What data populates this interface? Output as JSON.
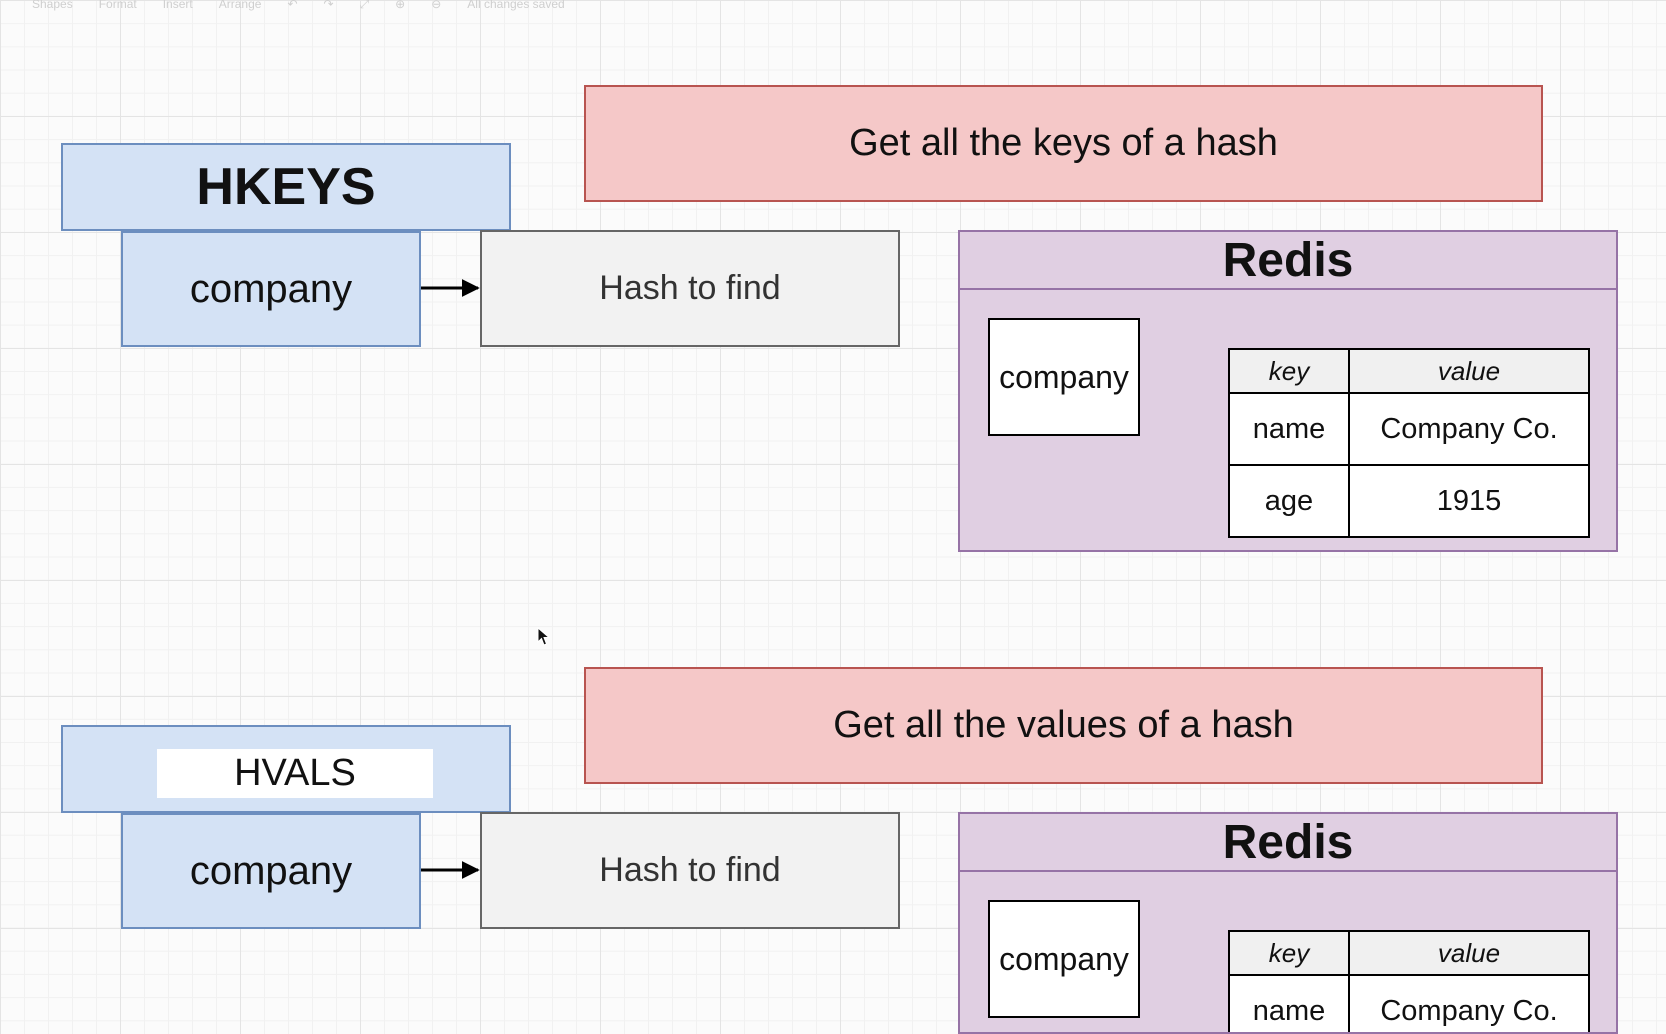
{
  "toolbar": {
    "items": [
      "Shapes",
      "Format",
      "Insert",
      "Arrange"
    ],
    "status": "All changes saved"
  },
  "sections": [
    {
      "description": "Get all the keys of a hash",
      "command": "HKEYS",
      "argument": "company",
      "argument_note": "Hash to find",
      "redis": {
        "title": "Redis",
        "key": "company",
        "table": {
          "headers": [
            "key",
            "value"
          ],
          "rows": [
            [
              "name",
              "Company Co."
            ],
            [
              "age",
              "1915"
            ]
          ]
        }
      }
    },
    {
      "description": "Get all the values of a hash",
      "command": "HVALS",
      "argument": "company",
      "argument_note": "Hash to find",
      "redis": {
        "title": "Redis",
        "key": "company",
        "table": {
          "headers": [
            "key",
            "value"
          ],
          "rows": [
            [
              "name",
              "Company Co."
            ]
          ]
        }
      }
    }
  ]
}
